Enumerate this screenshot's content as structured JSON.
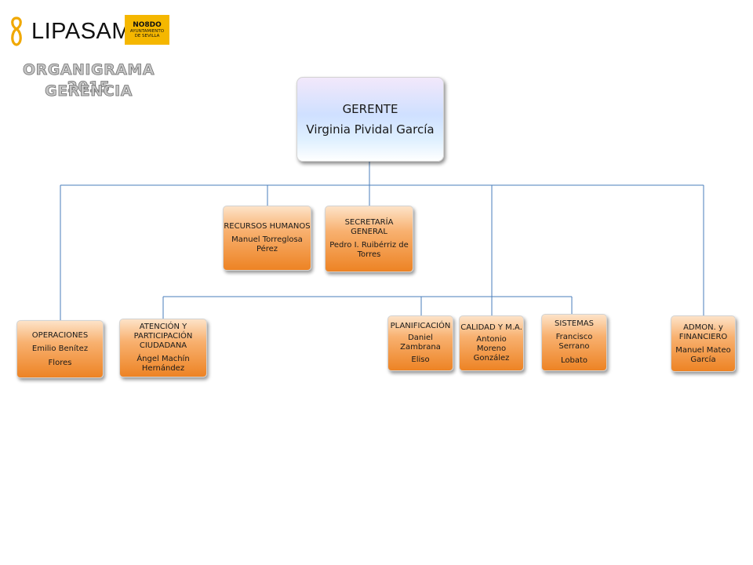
{
  "logo": {
    "name": "LIPASAM",
    "seal_mark": "NO8DO",
    "seal_line1": "AYUNTAMIENTO",
    "seal_line2": "DE SEVILLA"
  },
  "title": {
    "line1": "ORGANIGRAMA 2015",
    "line2": "GERENCIA"
  },
  "chart": {
    "head": {
      "role": "GERENTE",
      "name": "Virginia Pividal García"
    },
    "units": {
      "rrhh": {
        "role": "RECURSOS HUMANOS",
        "name": "Manuel Torreglosa Pérez"
      },
      "secretaria": {
        "role": "SECRETARÍA GENERAL",
        "name": "Pedro I. Ruibérriz de Torres"
      },
      "operaciones": {
        "role": "OPERACIONES",
        "name1": "Emilio Benítez",
        "name2": "Flores"
      },
      "atencion": {
        "role": "ATENCIÓN Y PARTICIPACIÓN CIUDADANA",
        "name": "Ángel Machín Hernández"
      },
      "planificacion": {
        "role": "PLANIFICACIÓN",
        "name1": "Daniel Zambrana",
        "name2": "Eliso"
      },
      "calidad": {
        "role": "CALIDAD Y M.A.",
        "name": "Antonio Moreno González"
      },
      "sistemas": {
        "role": "SISTEMAS",
        "name1": "Francisco Serrano",
        "name2": "Lobato"
      },
      "admon": {
        "role": "ADMON. y FINANCIERO",
        "name": "Manuel Mateo García"
      }
    }
  }
}
